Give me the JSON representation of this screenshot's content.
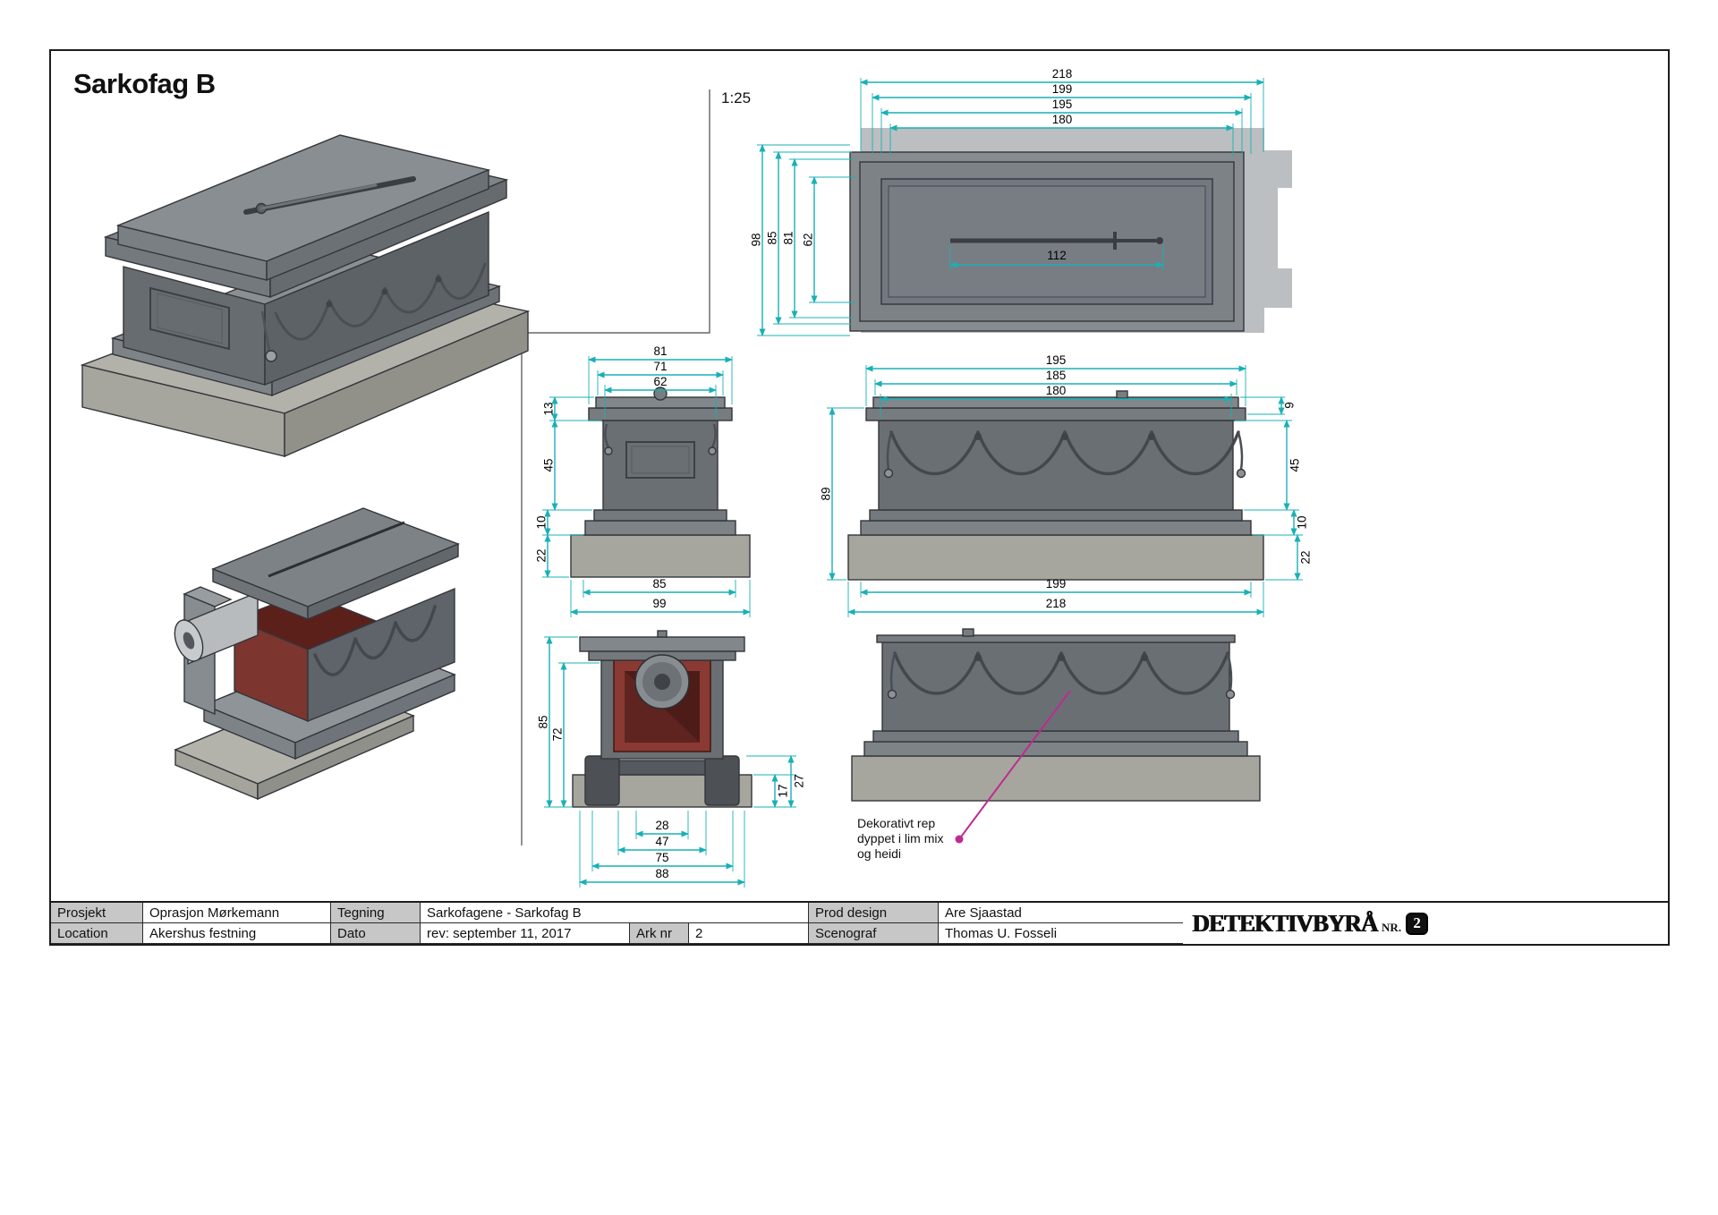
{
  "sheet": {
    "title": "Sarkofag B",
    "scale": "1:25"
  },
  "views": {
    "plan": {
      "dims_width": [
        "218",
        "199",
        "195",
        "180"
      ],
      "dims_height": [
        "98",
        "85",
        "81",
        "62"
      ],
      "dim_sword": "112"
    },
    "front": {
      "dims_width": [
        "81",
        "71",
        "62"
      ],
      "dims_height": [
        "13",
        "45",
        "10",
        "22"
      ],
      "dims_below": [
        "85",
        "99"
      ]
    },
    "side": {
      "dims_width": [
        "195",
        "185",
        "180"
      ],
      "dims_right": [
        "9",
        "45",
        "10",
        "22"
      ],
      "dim_left": "89",
      "dims_below": [
        "199",
        "218"
      ]
    },
    "section": {
      "dims_left": [
        "85",
        "72"
      ],
      "dims_right": [
        "17",
        "27"
      ],
      "dims_below": [
        "28",
        "47",
        "75",
        "88"
      ]
    }
  },
  "annotation": {
    "line1": "Dekorativt rep",
    "line2": "dyppet i lim mix",
    "line3": "og heidi"
  },
  "title_block": {
    "prosjekt_label": "Prosjekt",
    "prosjekt_value": "Oprasjon Mørkemann",
    "tegning_label": "Tegning",
    "tegning_value": "Sarkofagene - Sarkofag B",
    "prod_design_label": "Prod design",
    "prod_design_value": "Are Sjaastad",
    "location_label": "Location",
    "location_value": "Akershus festning",
    "dato_label": "Dato",
    "dato_value": "rev: september 11, 2017",
    "ark_label": "Ark nr",
    "ark_value": "2",
    "scenograf_label": "Scenograf",
    "scenograf_value": "Thomas U. Fosseli"
  },
  "logo": {
    "name": "Detektivbyrå",
    "nr": "nr.",
    "number": "2"
  },
  "colors": {
    "dimension": "#19b0b6",
    "annotation_magenta": "#bf2b8f",
    "interior_red": "#7c352f"
  }
}
